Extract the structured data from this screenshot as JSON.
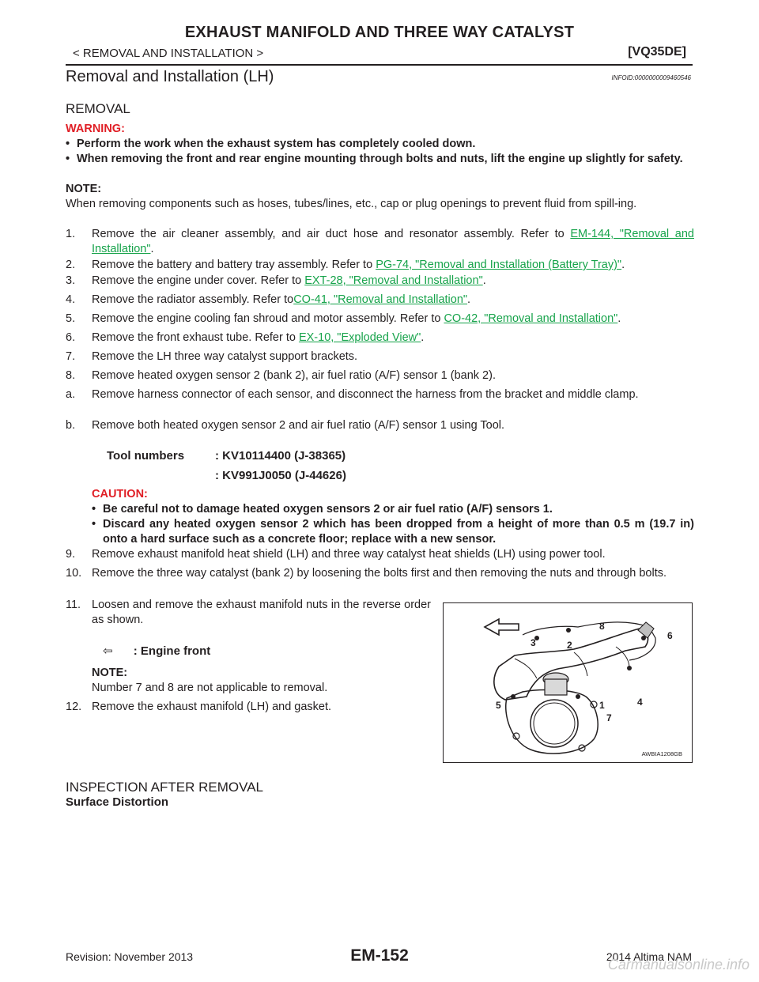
{
  "header": {
    "title": "EXHAUST MANIFOLD AND THREE WAY CATALYST",
    "breadcrumb": "< REMOVAL AND INSTALLATION >",
    "engine_code": "[VQ35DE]"
  },
  "section": {
    "title": "Removal and Installation (LH)",
    "infoid": "INFOID:0000000009460546"
  },
  "removal": {
    "heading": "REMOVAL",
    "warning_label": "WARNING:",
    "warnings": [
      "Perform the work when the exhaust system has completely cooled down.",
      "When removing the front and rear engine mounting through bolts and nuts, lift the engine up slightly for safety."
    ],
    "note_label": "NOTE:",
    "note_text": "When removing components such as hoses, tubes/lines, etc., cap or plug openings to prevent fluid from spill-ing.",
    "steps": [
      {
        "num": "1.",
        "text": "Remove the air cleaner assembly, and air duct hose and resonator assembly. Refer to ",
        "link": "EM-144, \"Removal and Installation\"",
        "after": "."
      },
      {
        "num": "2.",
        "text": "Remove the battery and battery tray assembly. Refer to ",
        "link": "PG-74, \"Removal and Installation (Battery Tray)\"",
        "after": "."
      },
      {
        "num": "3.",
        "text": "Remove the engine under cover. Refer to ",
        "link": "EXT-28, \"Removal and Installation\"",
        "after": "."
      },
      {
        "num": "4.",
        "text": "Remove the radiator assembly. Refer to",
        "link": "CO-41, \"Removal and Installation\"",
        "after": "."
      },
      {
        "num": "5.",
        "text": "Remove the engine cooling fan shroud and motor assembly. Refer to ",
        "link": "CO-42, \"Removal and Installation\"",
        "after": "."
      },
      {
        "num": "6.",
        "text": "Remove the front exhaust tube. Refer to ",
        "link": "EX-10, \"Exploded View\"",
        "after": "."
      },
      {
        "num": "7.",
        "text": "Remove the LH three way catalyst support brackets.",
        "link": "",
        "after": ""
      },
      {
        "num": "8.",
        "text": "Remove heated oxygen sensor 2 (bank 2), air fuel ratio (A/F) sensor 1 (bank 2).",
        "link": "",
        "after": ""
      },
      {
        "num": "a.",
        "text": "Remove harness connector of each sensor, and disconnect the harness from the bracket and middle clamp.",
        "link": "",
        "after": ""
      },
      {
        "num": "b.",
        "text": "Remove both heated oxygen sensor 2 and air fuel ratio (A/F) sensor 1 using Tool.",
        "link": "",
        "after": ""
      }
    ],
    "tool_numbers": {
      "label": "Tool numbers",
      "values": [
        ": KV10114400 (J-38365)",
        ": KV991J0050 (J-44626)"
      ]
    },
    "caution_label": "CAUTION:",
    "cautions": [
      "Be careful not to damage heated oxygen sensors 2 or air fuel ratio (A/F) sensors 1.",
      "Discard any heated oxygen sensor 2 which has been dropped from a height of more than 0.5 m (19.7 in) onto a hard surface such as a concrete floor; replace with a new sensor."
    ],
    "steps2": [
      {
        "num": "9.",
        "text": "Remove exhaust manifold heat shield (LH) and three way catalyst heat shields (LH) using power tool."
      },
      {
        "num": "10.",
        "text": "Remove the three way catalyst (bank 2) by loosening the bolts first and then removing the nuts and through bolts."
      },
      {
        "num": "11.",
        "text": "Loosen and remove the exhaust manifold nuts in the reverse order as shown."
      }
    ],
    "legend": {
      "symbol": "⇦",
      "text": ": Engine front"
    },
    "note2_label": "NOTE:",
    "note2_text": "Number 7 and 8 are not applicable to removal.",
    "step12": {
      "num": "12.",
      "text": "Remove the exhaust manifold (LH) and gasket."
    }
  },
  "figure": {
    "numbers": [
      "8",
      "3",
      "2",
      "6",
      "5",
      "1",
      "4",
      "7"
    ],
    "code": "AWBIA1208GB"
  },
  "inspection": {
    "heading": "INSPECTION AFTER REMOVAL",
    "subheading": "Surface Distortion"
  },
  "footer": {
    "revision": "Revision: November 2013",
    "page": "EM-152",
    "model": "2014 Altima NAM",
    "watermark": "Carmanualsonline.info"
  }
}
